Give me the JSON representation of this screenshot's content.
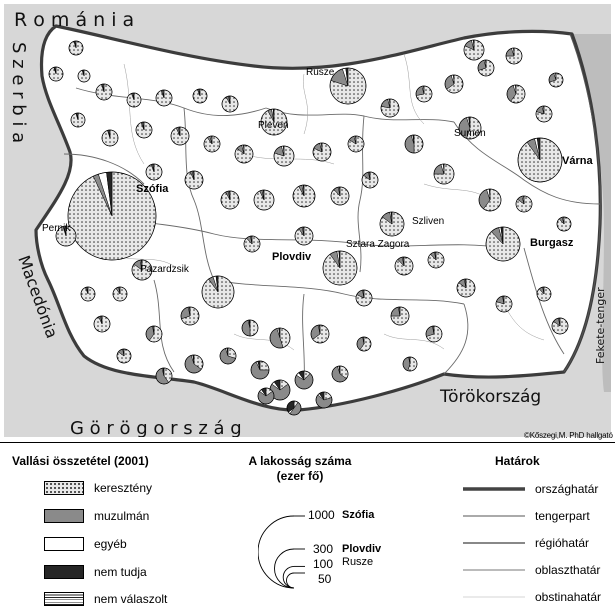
{
  "neighbours": {
    "romania": "R o m á n i a",
    "serbia": "S z e r b i a",
    "macedonia": "Macedónia",
    "greece": "G ö r ö g o r s z á g",
    "turkey": "Törökország",
    "blacksea": "Fekete-tenger"
  },
  "cities": {
    "szofia": "Szófia",
    "plovdiv": "Plovdiv",
    "varna": "Várna",
    "burgasz": "Burgasz",
    "rusze": "Rusze",
    "pleven": "Pleven",
    "sumen": "Sumen",
    "szliven": "Szliven",
    "sztara_zagora": "Sztara Zagora",
    "pernik": "Pernik",
    "pazardzsik": "Pazardzsik"
  },
  "credit": "©Kőszegi,M. PhD hallgató",
  "legend": {
    "religion": {
      "title": "Vallási összetétel (2001)",
      "items": [
        "keresztény",
        "muzulmán",
        "egyéb",
        "nem tudja",
        "nem válaszolt"
      ]
    },
    "population": {
      "title_line1": "A lakosság száma",
      "title_line2": "(ezer fő)",
      "sizes": [
        "1000",
        "300",
        "100",
        "50"
      ],
      "examples": {
        "big": "Szófia",
        "mid": "Plovdiv",
        "small": "Rusze"
      }
    },
    "borders": {
      "title": "Határok",
      "items": [
        "országhatár",
        "tengerpart",
        "régióhatár",
        "oblaszthatár",
        "obstinahatár"
      ]
    }
  },
  "colors": {
    "christian": "#e8e8e8",
    "muslim": "#8a8a8a",
    "other": "#ffffff",
    "dontknow": "#262626",
    "neighbour_fill": "#d7d7d7",
    "sea_fill": "#bdbdbd"
  }
}
